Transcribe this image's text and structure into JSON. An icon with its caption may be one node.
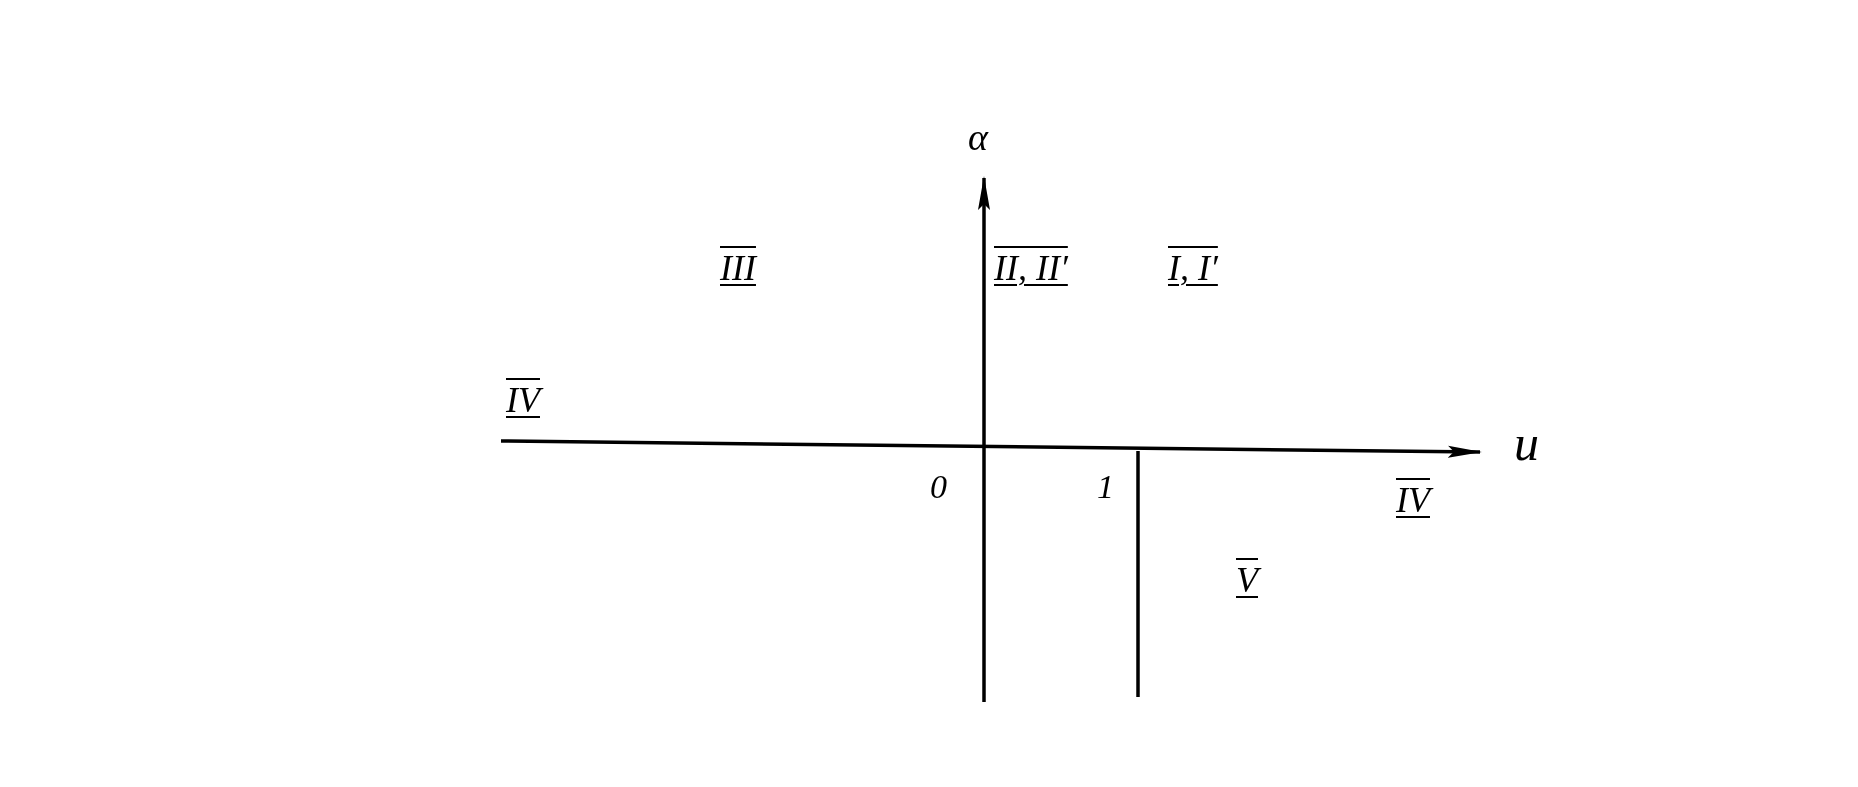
{
  "diagram": {
    "labels": [
      "α",
      "III",
      "II, II′",
      "I, I′",
      "IV",
      "u",
      "0",
      "1",
      "IV",
      "V"
    ]
  }
}
